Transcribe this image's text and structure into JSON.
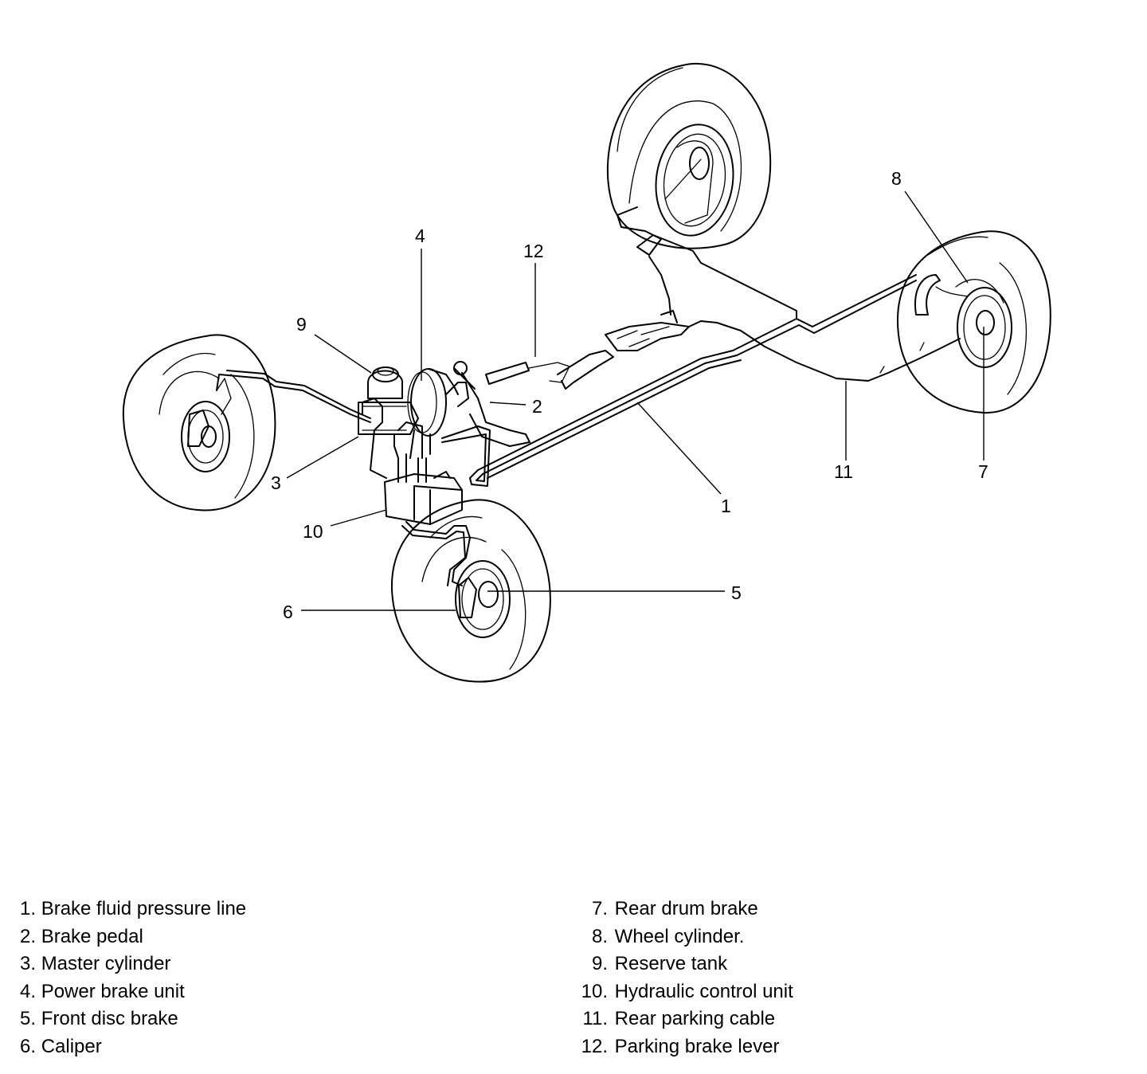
{
  "callouts": [
    {
      "id": "1",
      "text": "1"
    },
    {
      "id": "2",
      "text": "2"
    },
    {
      "id": "3",
      "text": "3"
    },
    {
      "id": "4",
      "text": "4"
    },
    {
      "id": "5",
      "text": "5"
    },
    {
      "id": "6",
      "text": "6"
    },
    {
      "id": "7",
      "text": "7"
    },
    {
      "id": "8",
      "text": "8"
    },
    {
      "id": "9",
      "text": "9"
    },
    {
      "id": "10",
      "text": "10"
    },
    {
      "id": "11",
      "text": "11"
    },
    {
      "id": "12",
      "text": "12"
    }
  ],
  "legend": {
    "left": [
      {
        "num": "1.",
        "label": "Brake fluid pressure line"
      },
      {
        "num": "2.",
        "label": "Brake pedal"
      },
      {
        "num": "3.",
        "label": "Master cylinder"
      },
      {
        "num": "4.",
        "label": "Power brake unit"
      },
      {
        "num": "5.",
        "label": "Front disc brake"
      },
      {
        "num": "6.",
        "label": "Caliper"
      }
    ],
    "right": [
      {
        "num": "7.",
        "label": "Rear drum brake"
      },
      {
        "num": "8.",
        "label": "Wheel cylinder."
      },
      {
        "num": "9.",
        "label": "Reserve tank"
      },
      {
        "num": "10.",
        "label": "Hydraulic control unit"
      },
      {
        "num": "11.",
        "label": "Rear parking cable"
      },
      {
        "num": "12.",
        "label": "Parking brake lever"
      }
    ]
  }
}
